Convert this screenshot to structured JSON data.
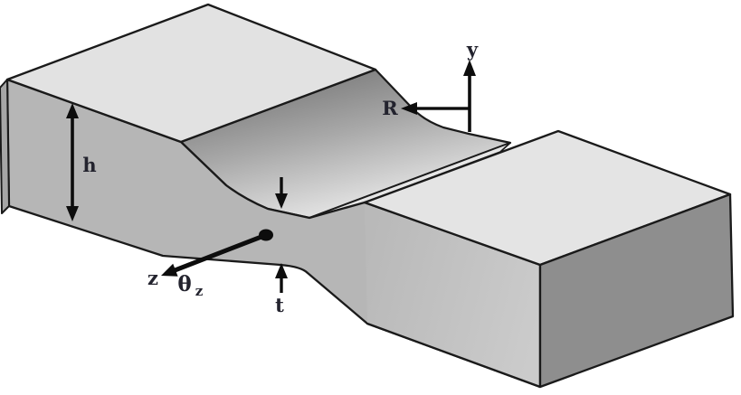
{
  "figure": {
    "type": "3d-notched-specimen-diagram",
    "description": "Isometric drawing of a flat bar specimen with a reduced-thickness waisted center section (notch of root radius R) joining two thick end blocks",
    "labels": {
      "y_axis": "y",
      "radius": "R",
      "height": "h",
      "z_axis": "z",
      "theta": "θ",
      "theta_subscript": "z",
      "thickness": "t"
    },
    "colors": {
      "background": "#ffffff",
      "top_face": "#e2e2e2",
      "right_top_face": "#e4e4e4",
      "front_face": "#b6b6b6",
      "left_side_face": "#a6a6a6",
      "right_front_face_light": "#cbcbcb",
      "right_front_face_dark": "#b9b9b9",
      "right_side_face": "#8e8e8e",
      "slope_dark": "#848484",
      "slope_mid": "#a8a8a8",
      "slope_light": "#f2f2f2",
      "notch_sliver": "#e6e6e6",
      "outline": "#1a1a1a",
      "label_text": "#23232e",
      "arrow": "#0d0d0d"
    }
  }
}
